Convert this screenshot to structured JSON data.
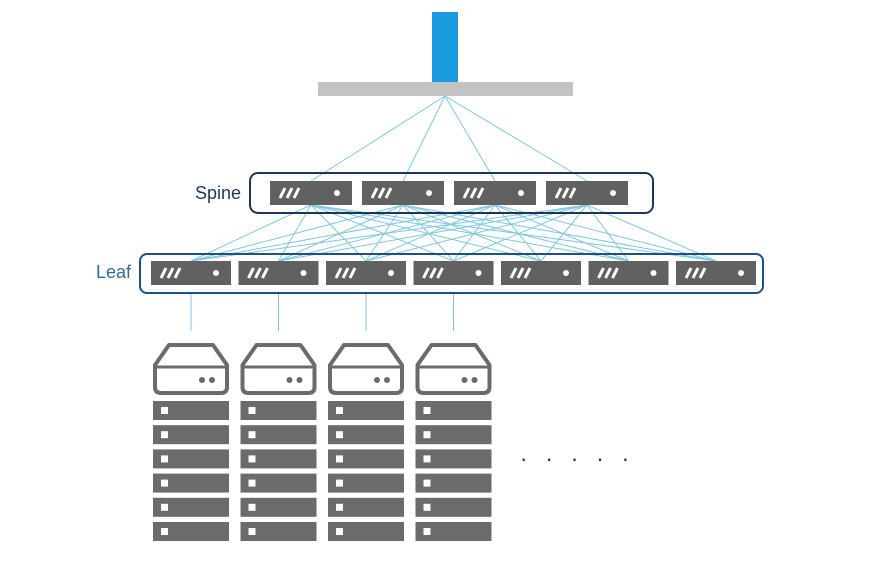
{
  "labels": {
    "spine": "Spine",
    "leaf": "Leaf",
    "more": "· · · · ·"
  },
  "icons": {
    "switch": "network-switch-icon",
    "server": "server-rack-icon"
  },
  "counts": {
    "spine_switches": 4,
    "leaf_switches": 7,
    "server_racks": 4,
    "rack_units_per_server": 6
  },
  "colors": {
    "uplink": "#1a9be0",
    "core_bar": "#c3c3c3",
    "link_line": "#7ec6df",
    "switch_body": "#616161",
    "spine_border": "#1f3556",
    "leaf_border": "#1f4f87",
    "server_body": "#6b6b6b",
    "label_spine": "#1f3556",
    "label_leaf": "#2f6aa3"
  }
}
